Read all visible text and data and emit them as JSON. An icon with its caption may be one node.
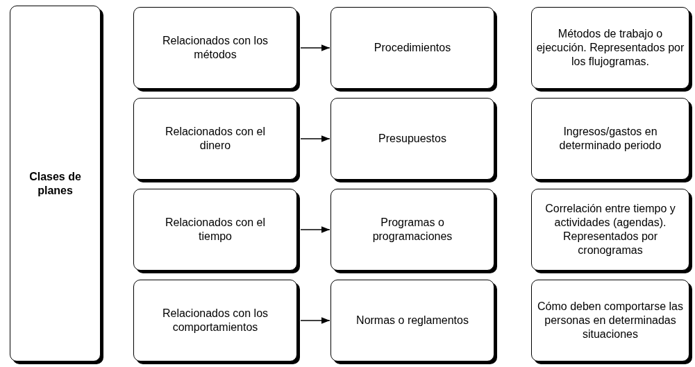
{
  "diagram": {
    "nodes": [
      {
        "text": [
          "Clases de planes"
        ]
      },
      {
        "text": [
          "Relacionados con los métodos"
        ]
      },
      {
        "text": [
          "Procedimientos"
        ]
      },
      {
        "text": [
          "Métodos de trabajo o ejecución. Representados por los flujogramas."
        ]
      },
      {
        "text": [
          "Relacionados con el dinero"
        ]
      },
      {
        "text": [
          "Presupuestos"
        ]
      },
      {
        "text": [
          "Ingresos/gastos en determinado periodo"
        ]
      },
      {
        "text": [
          "Relacionados con el tiempo"
        ]
      },
      {
        "text": [
          "Programas o programaciones"
        ]
      },
      {
        "text": [
          "Correlación entre tiempo y actividades (agendas). Representados por cronogramas"
        ]
      },
      {
        "text": [
          "Relacionados con los comportamientos"
        ]
      },
      {
        "text": [
          "Normas o reglamentos"
        ]
      },
      {
        "text": [
          "Cómo deben comportarse las personas en determinadas situaciones"
        ]
      }
    ],
    "edges": [
      {
        "from": 1,
        "to": 2,
        "arrow": "to"
      },
      {
        "from": 4,
        "to": 5,
        "arrow": "to"
      },
      {
        "from": 7,
        "to": 8,
        "arrow": "to"
      },
      {
        "from": 10,
        "to": 11,
        "arrow": "to"
      }
    ]
  }
}
